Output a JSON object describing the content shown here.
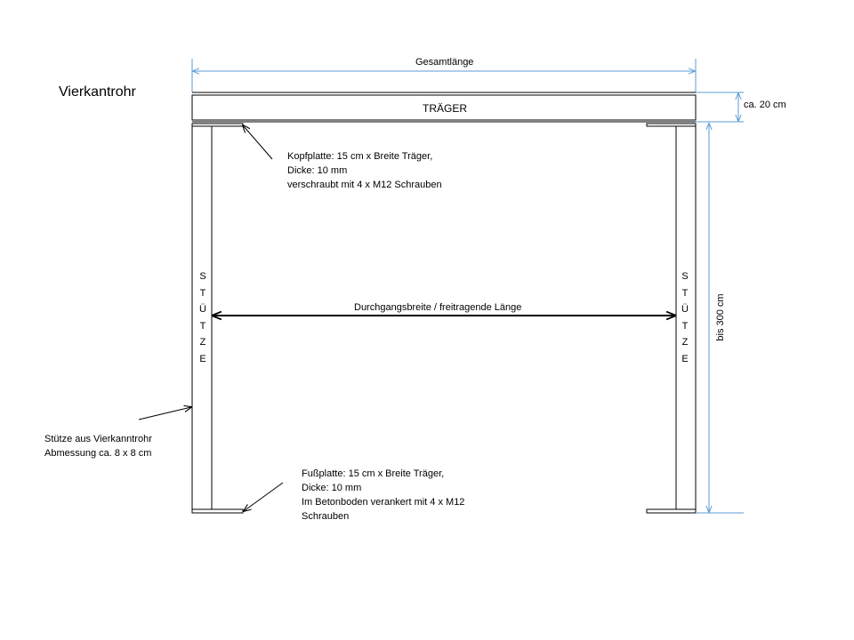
{
  "title": "Vierkantrohr",
  "dimensions": {
    "total_length": "Gesamtlänge",
    "beam_height": "ca. 20 cm",
    "column_height": "bis 300 cm",
    "clear_span": "Durchgangsbreite / freitragende Länge"
  },
  "beam": {
    "label": "TRÄGER"
  },
  "columns": {
    "left_label": "S\nT\nÜ\nT\nZ\nE",
    "right_label": "S\nT\nÜ\nT\nZ\nE"
  },
  "annotations": {
    "head_plate": [
      "Kopfplatte: 15 cm x Breite Träger,",
      "Dicke: 10 mm",
      "verschraubt mit 4 x M12 Schrauben"
    ],
    "base_plate": [
      "Fußplatte: 15 cm x Breite Träger,",
      "Dicke: 10 mm",
      "Im Betonboden  verankert mit 4 x M12",
      "Schrauben"
    ],
    "column_profile": [
      "Stütze  aus Vierkanntrohr",
      "Abmessung ca. 8 x 8 cm"
    ]
  },
  "colors": {
    "line": "#000000",
    "dimension_line": "#5b9bd5",
    "background": "#ffffff"
  }
}
